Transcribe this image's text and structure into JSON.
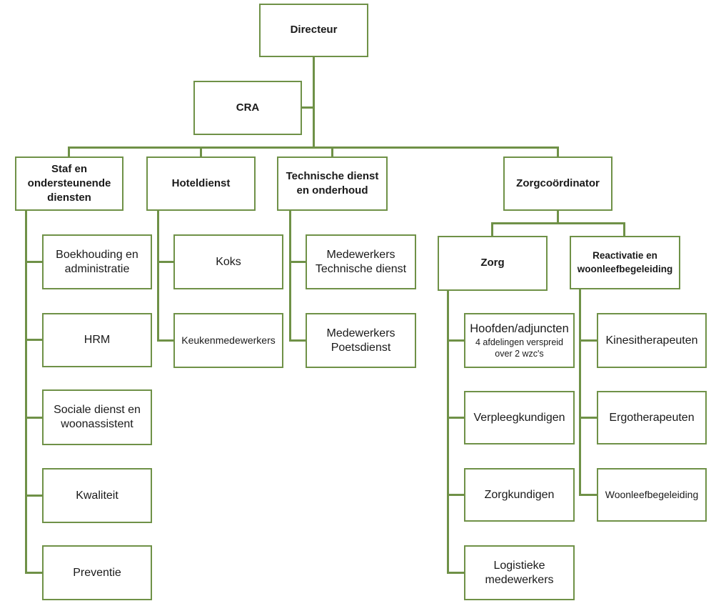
{
  "diagram": {
    "type": "org-chart",
    "accent_color": "#6F9147",
    "background_color": "#FFFFFF",
    "nodes": {
      "directeur": {
        "label": "Directeur"
      },
      "cra": {
        "label": "CRA"
      },
      "staf": {
        "label": "Staf en ondersteunende diensten"
      },
      "hoteldienst": {
        "label": "Hoteldienst"
      },
      "technische_dienst": {
        "label": "Technische dienst en onderhoud"
      },
      "zorgcoordinator": {
        "label": "Zorgcoördinator"
      },
      "boekhouding": {
        "label": "Boekhouding en administratie"
      },
      "hrm": {
        "label": "HRM"
      },
      "sociale_dienst": {
        "label": "Sociale dienst en woonassistent"
      },
      "kwaliteit": {
        "label": "Kwaliteit"
      },
      "preventie": {
        "label": "Preventie"
      },
      "koks": {
        "label": "Koks"
      },
      "keukenmedewerkers": {
        "label": "Keukenmedewerkers"
      },
      "medewerkers_technische_dienst": {
        "label": "Medewerkers Technische dienst"
      },
      "medewerkers_poetsdienst": {
        "label": "Medewerkers Poetsdienst"
      },
      "zorg": {
        "label": "Zorg"
      },
      "reactivatie": {
        "label": "Reactivatie en woonleefbegeleiding"
      },
      "hoofden_adjuncten": {
        "label": "Hoofden/adjuncten",
        "sublabel": "4 afdelingen verspreid over 2 wzc's"
      },
      "verpleegkundigen": {
        "label": "Verpleegkundigen"
      },
      "zorgkundigen": {
        "label": "Zorgkundigen"
      },
      "logistieke_medewerkers": {
        "label": "Logistieke medewerkers"
      },
      "kinesitherapeuten": {
        "label": "Kinesitherapeuten"
      },
      "ergotherapeuten": {
        "label": "Ergotherapeuten"
      },
      "woonleefbegeleiding": {
        "label": "Woonleefbegeleiding"
      }
    },
    "edges": [
      [
        "directeur",
        "cra"
      ],
      [
        "directeur",
        "staf"
      ],
      [
        "directeur",
        "hoteldienst"
      ],
      [
        "directeur",
        "technische_dienst"
      ],
      [
        "directeur",
        "zorgcoordinator"
      ],
      [
        "staf",
        "boekhouding"
      ],
      [
        "staf",
        "hrm"
      ],
      [
        "staf",
        "sociale_dienst"
      ],
      [
        "staf",
        "kwaliteit"
      ],
      [
        "staf",
        "preventie"
      ],
      [
        "hoteldienst",
        "koks"
      ],
      [
        "hoteldienst",
        "keukenmedewerkers"
      ],
      [
        "technische_dienst",
        "medewerkers_technische_dienst"
      ],
      [
        "technische_dienst",
        "medewerkers_poetsdienst"
      ],
      [
        "zorgcoordinator",
        "zorg"
      ],
      [
        "zorgcoordinator",
        "reactivatie"
      ],
      [
        "zorg",
        "hoofden_adjuncten"
      ],
      [
        "zorg",
        "verpleegkundigen"
      ],
      [
        "zorg",
        "zorgkundigen"
      ],
      [
        "zorg",
        "logistieke_medewerkers"
      ],
      [
        "reactivatie",
        "kinesitherapeuten"
      ],
      [
        "reactivatie",
        "ergotherapeuten"
      ],
      [
        "reactivatie",
        "woonleefbegeleiding"
      ]
    ]
  }
}
